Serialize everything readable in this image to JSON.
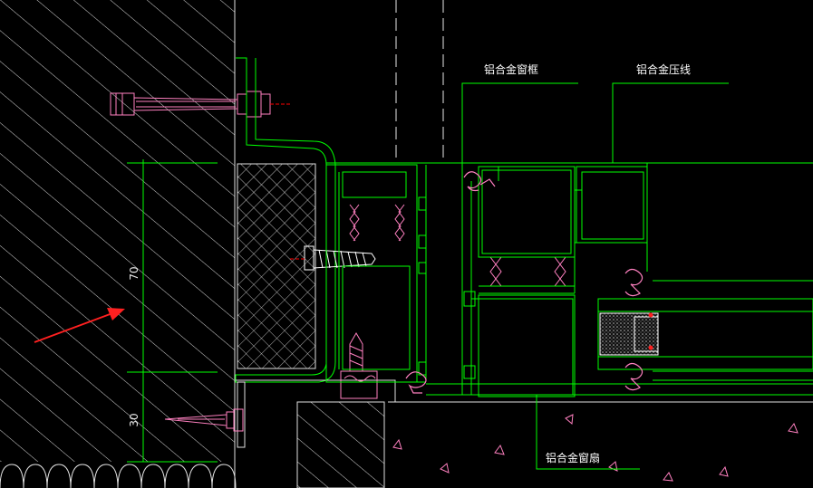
{
  "labels": {
    "frame": "铝合金窗框",
    "bead": "铝合金压线",
    "sash": "铝合金窗扇"
  },
  "dimensions": {
    "upper": "70",
    "lower": "30"
  },
  "colors": {
    "background": "#000000",
    "profile": "#00ff00",
    "fastener": "#ff80c0",
    "hatch": "#e8e8e8",
    "arrow": "#ff2020",
    "anchor_line": "#ff0000"
  }
}
